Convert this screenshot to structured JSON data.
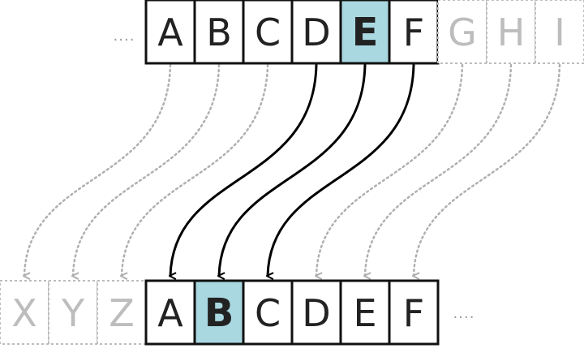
{
  "plain": {
    "ellipsis": "....",
    "cells": [
      {
        "letter": "A",
        "state": "solid"
      },
      {
        "letter": "B",
        "state": "solid"
      },
      {
        "letter": "C",
        "state": "solid"
      },
      {
        "letter": "D",
        "state": "solid"
      },
      {
        "letter": "E",
        "state": "highlight"
      },
      {
        "letter": "F",
        "state": "solid"
      },
      {
        "letter": "G",
        "state": "faded"
      },
      {
        "letter": "H",
        "state": "faded"
      },
      {
        "letter": "I",
        "state": "faded"
      }
    ]
  },
  "cipher": {
    "ellipsis": "....",
    "cells": [
      {
        "letter": "X",
        "state": "faded"
      },
      {
        "letter": "Y",
        "state": "faded"
      },
      {
        "letter": "Z",
        "state": "faded"
      },
      {
        "letter": "A",
        "state": "solid"
      },
      {
        "letter": "B",
        "state": "highlight"
      },
      {
        "letter": "C",
        "state": "solid"
      },
      {
        "letter": "D",
        "state": "solid"
      },
      {
        "letter": "E",
        "state": "solid"
      },
      {
        "letter": "F",
        "state": "solid"
      }
    ]
  },
  "mappings": [
    {
      "from": 0,
      "to": 0,
      "style": "dotted"
    },
    {
      "from": 1,
      "to": 1,
      "style": "dotted"
    },
    {
      "from": 2,
      "to": 2,
      "style": "dotted"
    },
    {
      "from": 3,
      "to": 3,
      "style": "solid"
    },
    {
      "from": 4,
      "to": 4,
      "style": "solid"
    },
    {
      "from": 5,
      "to": 5,
      "style": "solid"
    },
    {
      "from": 6,
      "to": 6,
      "style": "dotted"
    },
    {
      "from": 7,
      "to": 7,
      "style": "dotted"
    },
    {
      "from": 8,
      "to": 8,
      "style": "dotted"
    }
  ],
  "colors": {
    "highlight_fill": "#a9d8e1",
    "solid_stroke": "#111111",
    "faded": "#bdbdbd",
    "letter": "#222222",
    "arrow_solid": "#000000",
    "arrow_dotted": "#b0b0b0"
  }
}
